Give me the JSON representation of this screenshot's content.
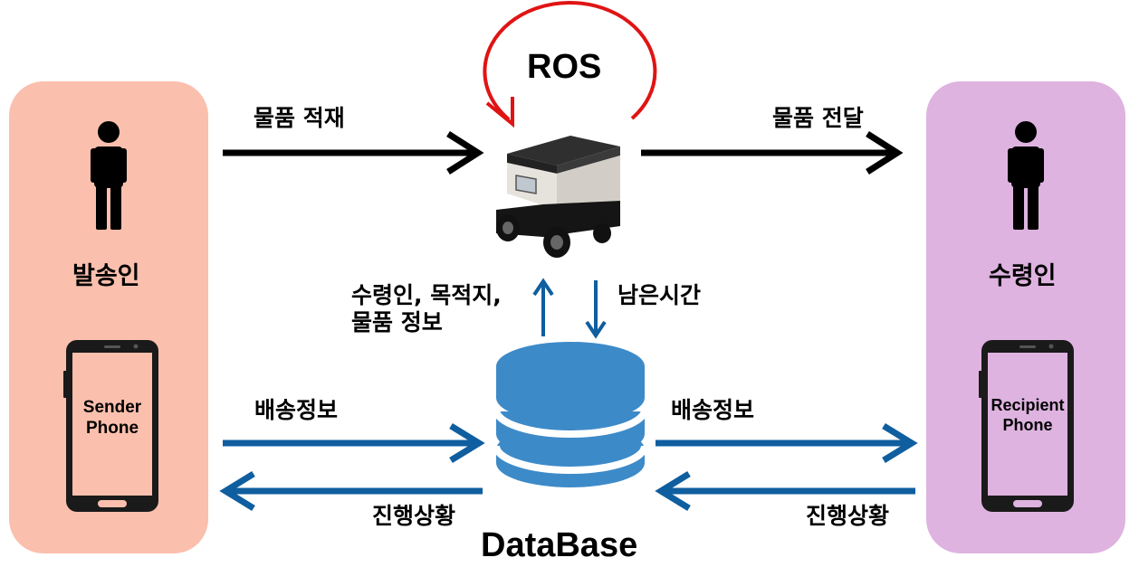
{
  "colors": {
    "sender_panel": "#fbbfad",
    "recipient_panel": "#deb3e0",
    "db_blue": "#3d8ac8",
    "arrow_blue": "#0f5e9f",
    "ros_red": "#e01414",
    "black": "#000000"
  },
  "sender": {
    "label": "발송인",
    "phone_line1": "Sender",
    "phone_line2": "Phone",
    "icon": "person-icon"
  },
  "recipient": {
    "label": "수령인",
    "phone_line1": "Recipient",
    "phone_line2": "Phone",
    "icon": "person-icon"
  },
  "robot": {
    "ros_label": "ROS",
    "icon": "delivery-robot-icon"
  },
  "database": {
    "label": "DataBase",
    "icon": "database-cylinder-icon"
  },
  "flows": {
    "load_item": "물품 적재",
    "deliver_item": "물품 전달",
    "to_robot_line1": "수령인, 목적지,",
    "to_robot_line2": "물품 정보",
    "remaining_time": "남은시간",
    "delivery_info_left": "배송정보",
    "delivery_info_right": "배송정보",
    "progress_left": "진행상황",
    "progress_right": "진행상황"
  }
}
